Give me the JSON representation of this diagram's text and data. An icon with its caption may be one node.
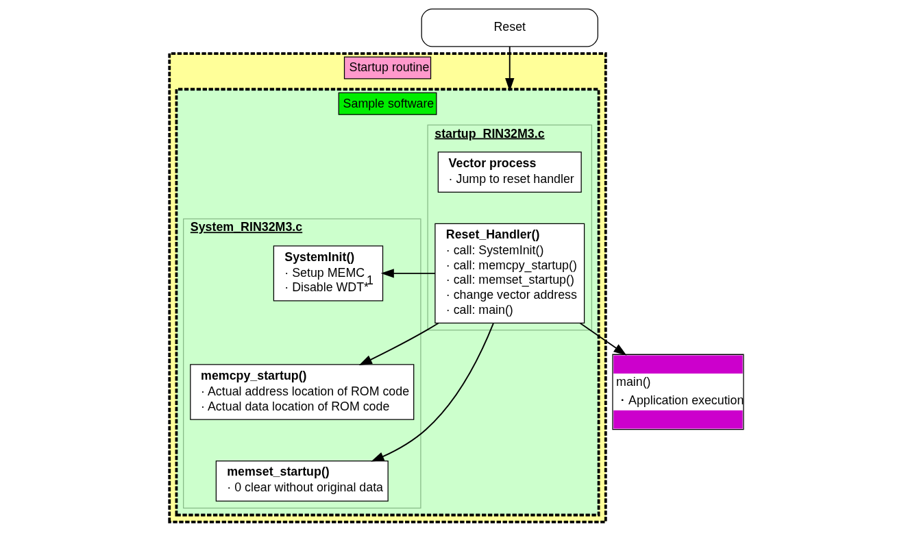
{
  "diagram": {
    "nodes": [
      {
        "text": [
          "Reset"
        ]
      },
      {
        "text": [
          "Startup routine"
        ]
      },
      {
        "text": [
          "Sample software"
        ],
        "in": 1
      },
      {
        "text": [
          "startup_RIN32M3.c"
        ],
        "in": 2
      },
      {
        "text": [
          "Vector process",
          "· Jump to reset handler"
        ],
        "in": 3
      },
      {
        "text": [
          "Reset_Handler()",
          "· call: SystemInit() · call: memcpy_startup() · call: memset_startup() · change vector address · call: main()"
        ],
        "in": 3
      },
      {
        "text": [
          "System_RIN32M3.c"
        ],
        "in": 2
      },
      {
        "text": [
          "SystemInit()",
          "· Setup MEMC",
          "· Disable WDT*$^{1}$"
        ],
        "in": 6
      },
      {
        "text": [
          "memcpy_startup()",
          "· Actual address location of ROM code",
          "· Actual data location of ROM code"
        ],
        "in": 6
      },
      {
        "text": [
          "memset_startup()",
          "· 0 clear without original data"
        ],
        "in": 6
      },
      {
        "text": [
          "main()",
          "・Application execution"
        ]
      }
    ],
    "edges": [
      {
        "from": 0,
        "to": 2,
        "arrow": "to"
      },
      {
        "from": 5,
        "to": 7,
        "arrow": "to"
      },
      {
        "from": 5,
        "to": 8,
        "arrow": "to"
      },
      {
        "from": 5,
        "to": 9,
        "arrow": "to"
      },
      {
        "from": 5,
        "to": 10,
        "arrow": "to"
      }
    ]
  }
}
